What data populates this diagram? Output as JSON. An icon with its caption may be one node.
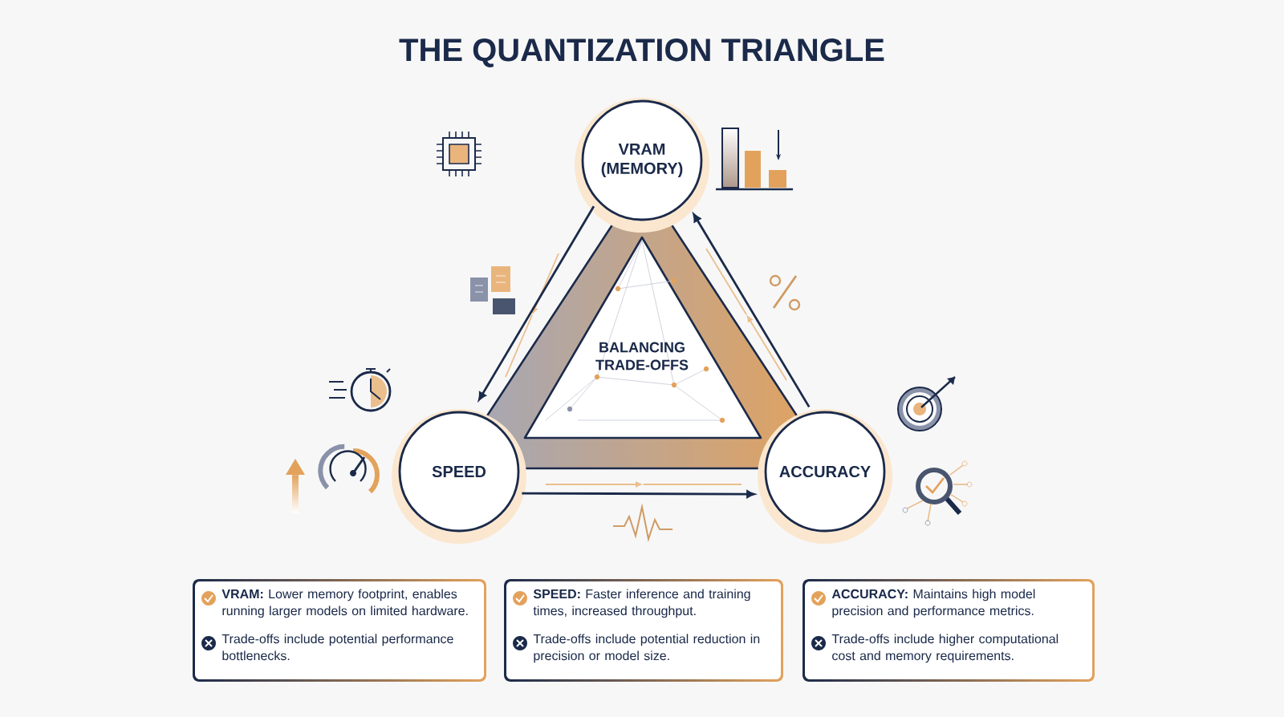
{
  "diagram": {
    "title": "THE QUANTIZATION TRIANGLE",
    "nodes": [
      {
        "text": [
          "VRAM (MEMORY)"
        ]
      },
      {
        "text": [
          "SPEED"
        ]
      },
      {
        "text": [
          "ACCURACY"
        ]
      },
      {
        "text": [
          "BALANCING TRADE-OFFS"
        ]
      },
      {
        "text": [
          "**VRAM:** Lower memory footprint, enables running larger models on limited hardware.",
          "Trade-offs include potential performance bottlenecks."
        ]
      },
      {
        "text": [
          "**SPEED:** Faster inference and training times, increased throughput.",
          "Trade-offs include potential reduction in precision or model size."
        ]
      },
      {
        "text": [
          "**ACCURACY:** Maintains high model precision and performance metrics.",
          "Trade-offs include higher computational cost and memory requirements."
        ]
      }
    ],
    "edges": [
      {
        "from": 0,
        "to": 1,
        "arrow": "to"
      },
      {
        "from": 2,
        "to": 0,
        "arrow": "to"
      },
      {
        "from": 1,
        "to": 2,
        "arrow": "to"
      }
    ]
  }
}
